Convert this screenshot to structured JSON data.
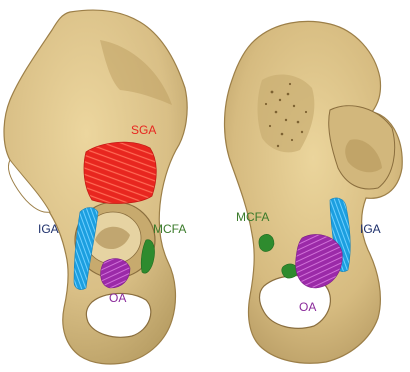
{
  "labels": {
    "left_sga": "SGA",
    "left_iga": "IGA",
    "left_mcfa": "MCFA",
    "left_oa": "OA",
    "right_mcfa": "MCFA",
    "right_iga": "IGA",
    "right_oa": "OA"
  },
  "colors": {
    "bone": "#d9bf86",
    "bone_shadow": "#a88a52",
    "sga": "#e8261f",
    "iga": "#1c9fe0",
    "mcfa": "#2e8b2e",
    "oa": "#9b2aa8",
    "label_iga": "#1d2f6b",
    "label_mcfa": "#3a7a2a",
    "label_sga": "#e8261f",
    "label_oa": "#8a2a9a"
  }
}
